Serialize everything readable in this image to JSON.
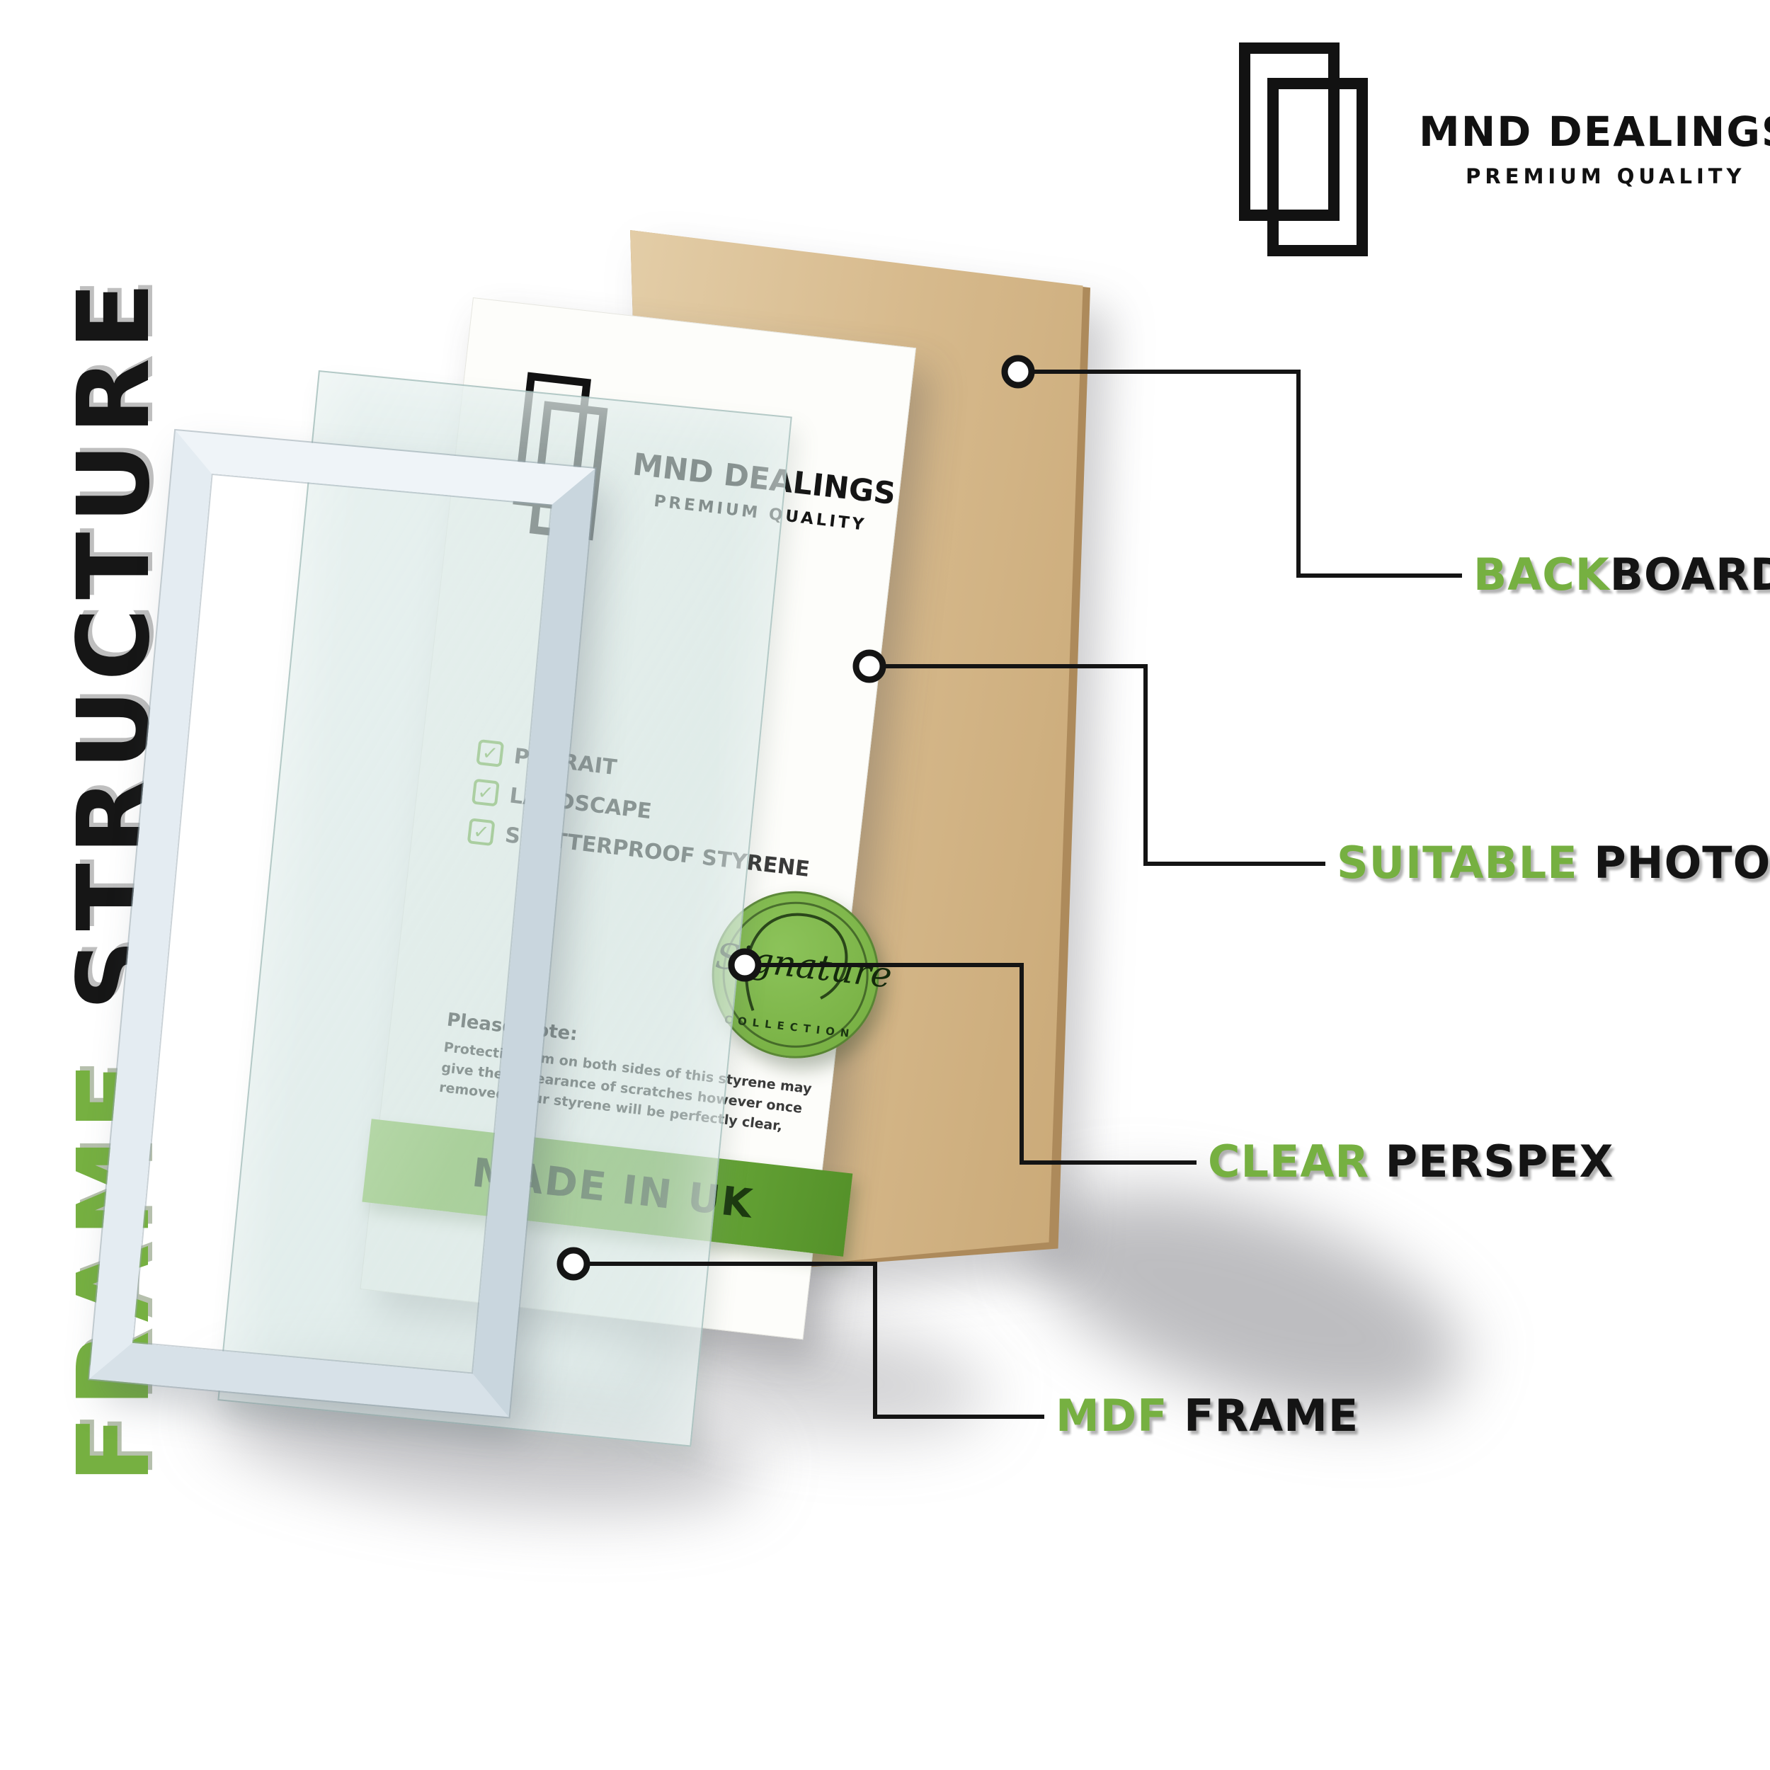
{
  "title": {
    "green": "FRAME ",
    "black": "STRUCTURE"
  },
  "brand": {
    "name": "MND DEALINGS",
    "tagline": "PREMIUM QUALITY"
  },
  "insert": {
    "brand_name": "MND DEALINGS",
    "brand_tagline": "PREMIUM QUALITY",
    "checklist": [
      "POTRAIT",
      "LANDSCAPE",
      "SHATTERPROOF STYRENE"
    ],
    "note_title": "Please Note:",
    "note_body": "Protective film on both sides of this styrene may give the appearance of scratches however once removed, your styrene will be perfectly clear,",
    "banner": "MADE IN UK",
    "stamp_script": "Signature",
    "stamp_sub": "COLLECTION"
  },
  "callouts": [
    {
      "id": "backboard",
      "green": "BACK",
      "black": "BOARD"
    },
    {
      "id": "suitable-photo",
      "green": "SUITABLE",
      "black": " PHOTO"
    },
    {
      "id": "clear-perspex",
      "green": "CLEAR",
      "black": " PERSPEX"
    },
    {
      "id": "mdf-frame",
      "green": "MDF",
      "black": " FRAME"
    }
  ],
  "colors": {
    "accent_green": "#76b041",
    "banner_green": "#6fae3e",
    "board_tan": "#d7ba8d",
    "ink": "#141414"
  }
}
